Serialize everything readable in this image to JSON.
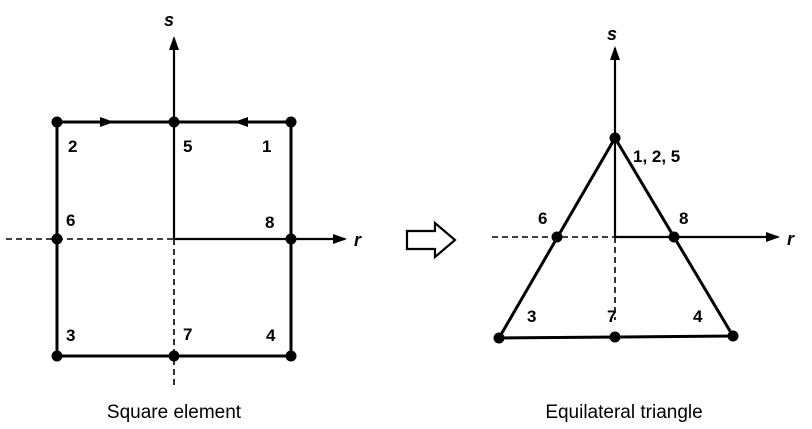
{
  "square": {
    "caption": "Square element",
    "axis_s": "s",
    "axis_r": "r",
    "nodes": {
      "n1": "1",
      "n2": "2",
      "n3": "3",
      "n4": "4",
      "n5": "5",
      "n6": "6",
      "n7": "7",
      "n8": "8"
    }
  },
  "arrow_symbol": "⇨",
  "triangle": {
    "caption": "Equilateral triangle",
    "axis_s": "s",
    "axis_r": "r",
    "nodes": {
      "apex": "1, 2, 5",
      "n3": "3",
      "n4": "4",
      "n6": "6",
      "n7": "7",
      "n8": "8"
    }
  }
}
